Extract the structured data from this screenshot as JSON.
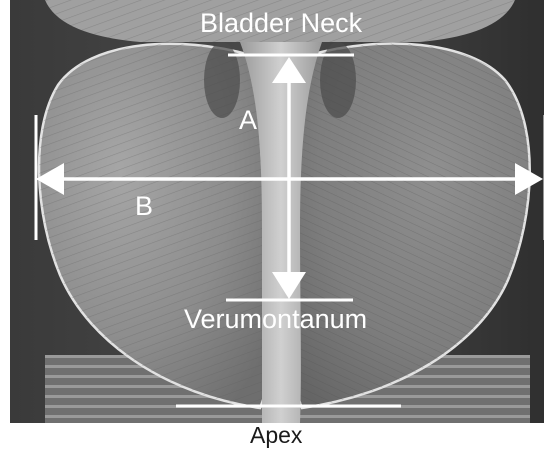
{
  "diagram": {
    "labels": {
      "bladder_neck": "Bladder Neck",
      "verumontanum": "Verumontanum",
      "apex": "Apex",
      "dimension_a": "A",
      "dimension_b": "B"
    },
    "colors": {
      "background": "#ffffff",
      "image_frame": "#2b2b2b",
      "tissue": "#8d8d8d",
      "capsule": "#dcdcdc",
      "urethra": "#b9b9b9",
      "annotation": "#ffffff",
      "caption_text": "#1a1a1a"
    },
    "icons": {
      "arrow_a": "double-headed-vertical-arrow",
      "arrow_b": "double-headed-horizontal-arrow"
    }
  }
}
